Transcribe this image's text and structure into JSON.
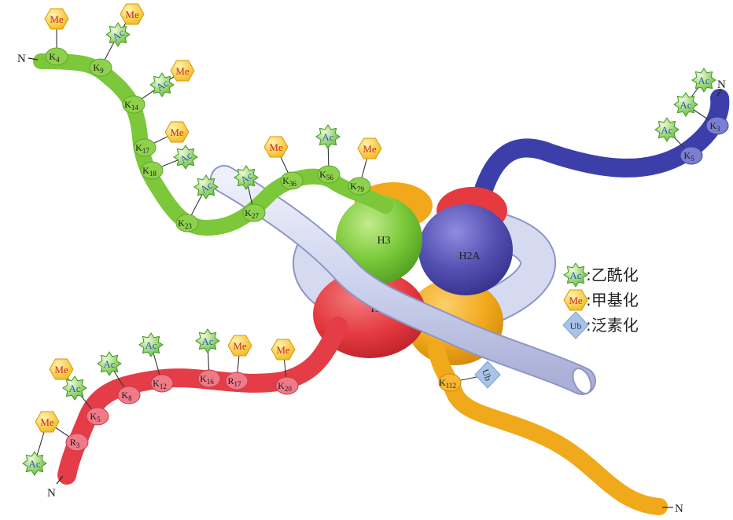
{
  "diagram": {
    "core": [
      {
        "id": "h3",
        "label": "H3",
        "color": "#79c93a"
      },
      {
        "id": "h2a",
        "label": "H2A",
        "color": "#5a55b5"
      },
      {
        "id": "h4",
        "label": "H4",
        "color": "#e53940"
      },
      {
        "id": "h2b",
        "label": "H2B",
        "color": "#f1a91d"
      }
    ],
    "terminal_label": "N",
    "tails": [
      {
        "id": "h3-tail",
        "color": "#7dc63b",
        "residues": [
          {
            "name": "K",
            "num": "4",
            "mods": [
              "Me"
            ]
          },
          {
            "name": "K",
            "num": "9",
            "mods": [
              "Ac",
              "Me"
            ]
          },
          {
            "name": "K",
            "num": "14",
            "mods": [
              "Ac",
              "Me"
            ]
          },
          {
            "name": "K",
            "num": "17",
            "mods": [
              "Me"
            ]
          },
          {
            "name": "K",
            "num": "18",
            "mods": [
              "Ac"
            ]
          },
          {
            "name": "K",
            "num": "23",
            "mods": [
              "Ac"
            ]
          },
          {
            "name": "K",
            "num": "27",
            "mods": [
              "Ac"
            ]
          },
          {
            "name": "K",
            "num": "36",
            "mods": [
              "Me"
            ]
          },
          {
            "name": "K",
            "num": "56",
            "mods": [
              "Ac"
            ]
          },
          {
            "name": "K",
            "num": "79",
            "mods": [
              "Me"
            ]
          }
        ]
      },
      {
        "id": "h4-tail",
        "color": "#e5404a",
        "residues": [
          {
            "name": "R",
            "num": "3",
            "mods": [
              "Me",
              "Ac"
            ]
          },
          {
            "name": "K",
            "num": "5",
            "mods": [
              "Ac",
              "Me"
            ]
          },
          {
            "name": "K",
            "num": "8",
            "mods": [
              "Ac"
            ]
          },
          {
            "name": "K",
            "num": "12",
            "mods": [
              "Ac"
            ]
          },
          {
            "name": "K",
            "num": "16",
            "mods": [
              "Ac"
            ]
          },
          {
            "name": "R",
            "num": "17",
            "mods": [
              "Me"
            ]
          },
          {
            "name": "K",
            "num": "20",
            "mods": [
              "Me"
            ]
          }
        ]
      },
      {
        "id": "h2a-tail",
        "color": "#4548b0",
        "residues": [
          {
            "name": "K",
            "num": "5",
            "mods": [
              "Ac"
            ]
          },
          {
            "name": "K",
            "num": "3",
            "mods": [
              "Ac",
              "Ac"
            ]
          }
        ]
      },
      {
        "id": "h2b-tail",
        "color": "#f0a91b",
        "residues": [
          {
            "name": "K",
            "num": "112",
            "mods": [
              "Ub"
            ]
          }
        ]
      }
    ],
    "legend": [
      {
        "badge": "Ac",
        "text": ":乙酰化"
      },
      {
        "badge": "Me",
        "text": ":甲基化"
      },
      {
        "badge": "Ub",
        "text": ":泛素化"
      }
    ]
  }
}
